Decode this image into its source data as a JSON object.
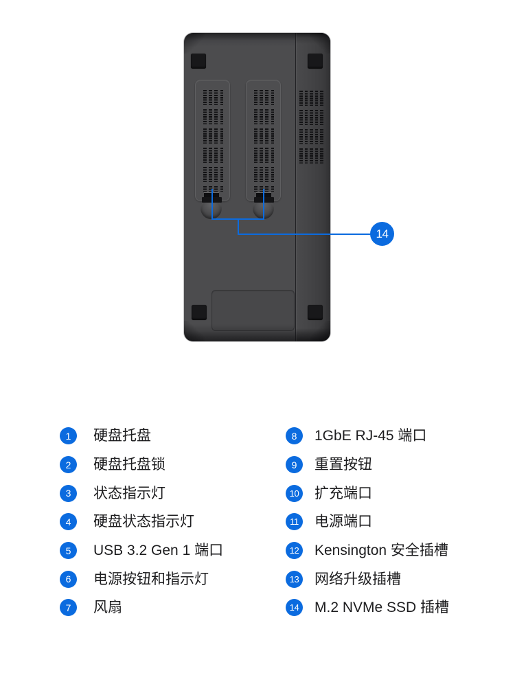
{
  "colors": {
    "accent": "#0b6bdf",
    "page_background": "#ffffff",
    "device_body": "#4c4c4e",
    "device_side": "#434345",
    "vent_hole": "#121214",
    "foot": "#18181a",
    "legend_text": "#1d1d1f",
    "badge_text": "#ffffff"
  },
  "diagram": {
    "view": "nas-device-bottom-view",
    "callout": {
      "number": "14"
    }
  },
  "legend": {
    "columns": [
      {
        "items": [
          {
            "num": "1",
            "label": "硬盘托盘"
          },
          {
            "num": "2",
            "label": "硬盘托盘锁"
          },
          {
            "num": "3",
            "label": "状态指示灯"
          },
          {
            "num": "4",
            "label": "硬盘状态指示灯"
          },
          {
            "num": "5",
            "label": "USB 3.2 Gen 1 端口"
          },
          {
            "num": "6",
            "label": "电源按钮和指示灯"
          },
          {
            "num": "7",
            "label": "风扇"
          }
        ]
      },
      {
        "items": [
          {
            "num": "8",
            "label": "1GbE RJ-45 端口"
          },
          {
            "num": "9",
            "label": "重置按钮"
          },
          {
            "num": "10",
            "label": "扩充端口"
          },
          {
            "num": "11",
            "label": "电源端口"
          },
          {
            "num": "12",
            "label": "Kensington 安全插槽"
          },
          {
            "num": "13",
            "label": "网络升级插槽"
          },
          {
            "num": "14",
            "label": "M.2 NVMe SSD 插槽"
          }
        ]
      }
    ]
  }
}
